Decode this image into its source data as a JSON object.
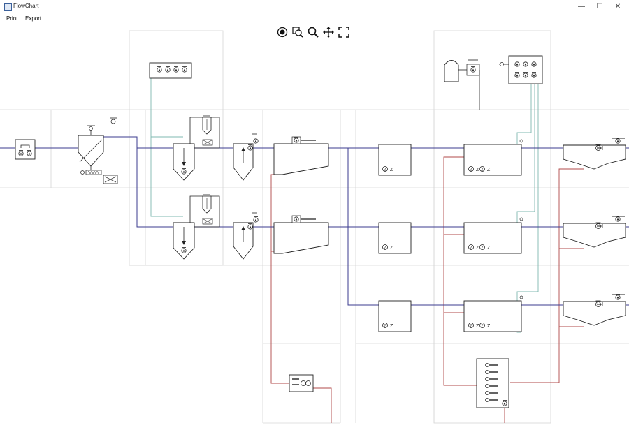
{
  "window": {
    "title": "FlowChart",
    "controls": {
      "minimize": "—",
      "maximize": "☐",
      "close": "✕"
    }
  },
  "menu": {
    "items": [
      "Print",
      "Export"
    ]
  },
  "toolbar": {
    "buttons": [
      "center-view",
      "zoom-to-fit",
      "zoom",
      "pan",
      "fit-screen"
    ]
  },
  "colors": {
    "process_line": "#3b3b8f",
    "return_line": "#b04848",
    "air_line": "#7fb8b0",
    "grid": "#d6d6d6"
  }
}
